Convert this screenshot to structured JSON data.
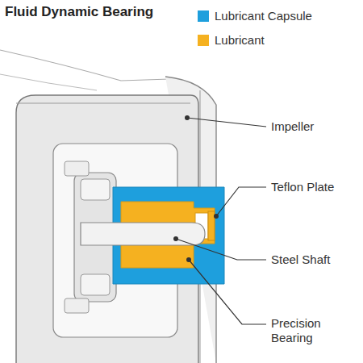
{
  "diagram": {
    "title": "Fluid Dynamic Bearing",
    "labels": [
      "Impeller",
      "Teflon Plate",
      "Steel Shaft",
      "Precision Bearing"
    ],
    "legend": [
      {
        "text": "Lubricant Capsule",
        "color": "#1e9fdd"
      },
      {
        "text": "Lubricant",
        "color": "#f5b120"
      }
    ]
  }
}
